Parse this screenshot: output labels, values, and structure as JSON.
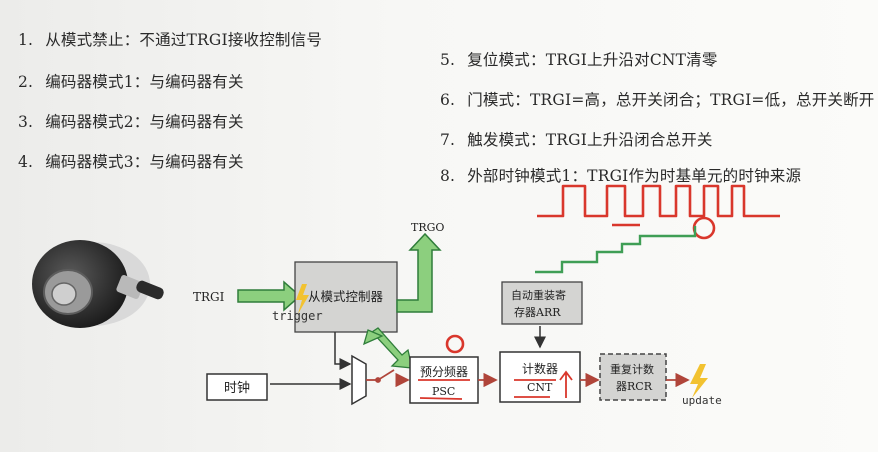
{
  "modes_left": [
    {
      "num": "1.",
      "text": "从模式禁止：不通过TRGI接收控制信号"
    },
    {
      "num": "2.",
      "text": "编码器模式1：与编码器有关"
    },
    {
      "num": "3.",
      "text": "编码器模式2：与编码器有关"
    },
    {
      "num": "4.",
      "text": "编码器模式3：与编码器有关"
    }
  ],
  "modes_right": [
    {
      "num": "5.",
      "text": "复位模式：TRGI上升沿对CNT清零"
    },
    {
      "num": "6.",
      "text": "门模式：TRGI=高，总开关闭合；TRGI=低，总开关断开"
    },
    {
      "num": "7.",
      "text": "触发模式：TRGI上升沿闭合总开关"
    },
    {
      "num": "8.",
      "text": "外部时钟模式1：TRGI作为时基单元的时钟来源"
    }
  ],
  "diagram": {
    "trgi": "TRGI",
    "trgo": "TRGO",
    "slave_controller": "从模式控制器",
    "trigger": "trigger",
    "clock": "时钟",
    "prescaler_line1": "预分频器",
    "prescaler_line2": "PSC",
    "arr_line1": "自动重装寄",
    "arr_line2": "存器ARR",
    "counter_line1": "计数器",
    "counter_line2": "CNT",
    "repeat_line1": "重复计数",
    "repeat_line2": "器RCR",
    "update": "update"
  },
  "colors": {
    "green_arrow": "#8ccf7e",
    "annotation_red": "#d9372c",
    "update_yellow": "#f2c230"
  }
}
